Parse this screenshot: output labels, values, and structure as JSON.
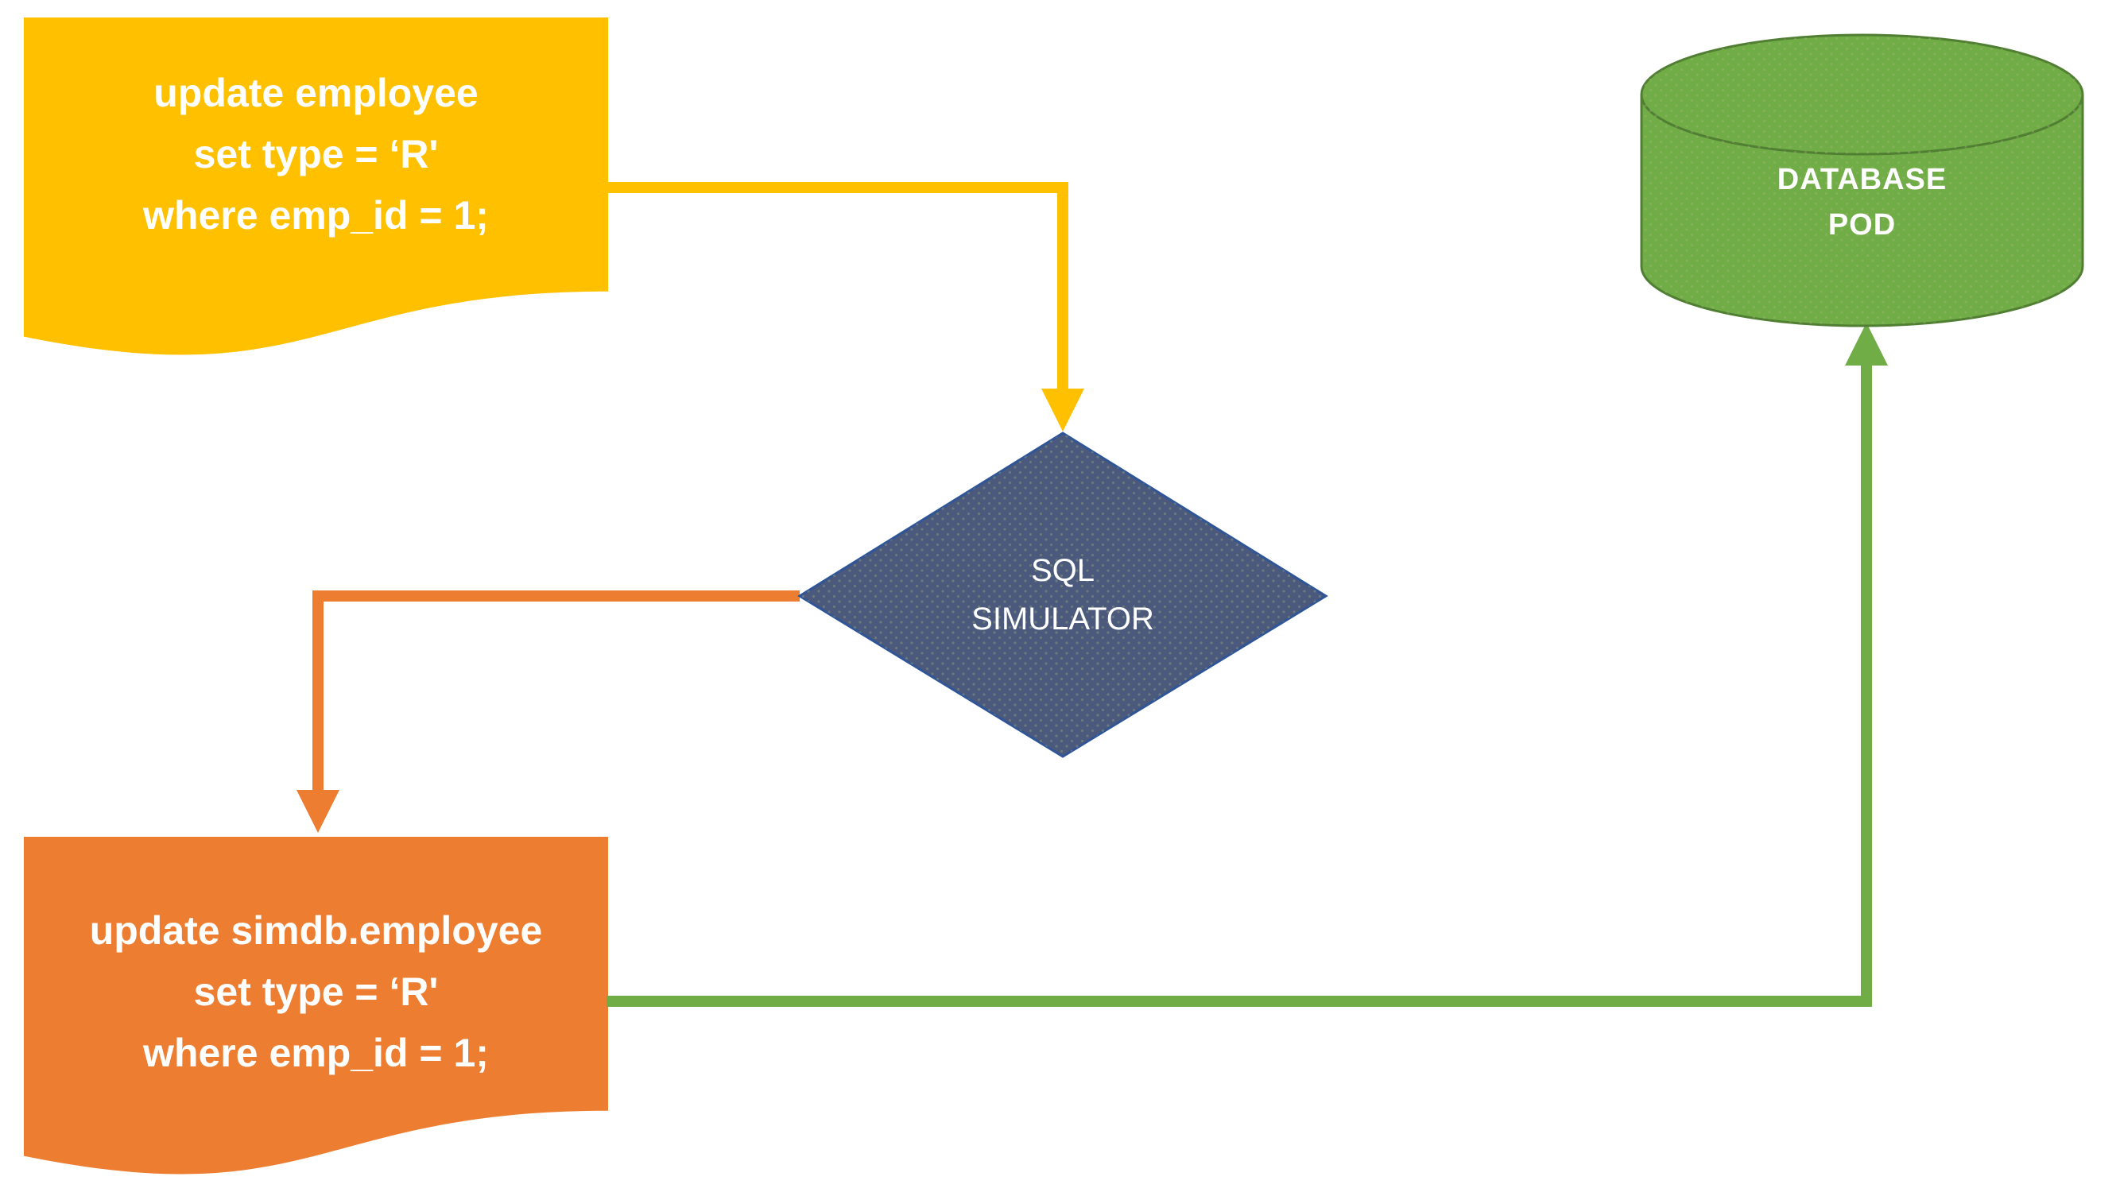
{
  "palette": {
    "gold": "#FFC000",
    "orange": "#ED7D31",
    "green": "#70AD47",
    "green_border": "#507E32",
    "slate": "#4A597C",
    "slate_border": "#2F5597",
    "label_text": "#FFFFFF",
    "background": "#FFFFFF"
  },
  "nodes": {
    "source_sql": {
      "shape": "document",
      "lines": [
        "update employee",
        "set type = ‘R'",
        "where emp_id = 1;"
      ]
    },
    "sql_simulator": {
      "shape": "decision-diamond",
      "lines": [
        "SQL",
        "SIMULATOR"
      ]
    },
    "rewritten_sql": {
      "shape": "document",
      "lines": [
        "update simdb.employee",
        "set type = ‘R'",
        "where emp_id = 1;"
      ]
    },
    "database_pod": {
      "shape": "cylinder",
      "lines": [
        "DATABASE",
        "POD"
      ]
    }
  },
  "connectors": [
    {
      "id": "source-to-simulator",
      "from": "source_sql",
      "to": "sql_simulator",
      "color_key": "gold"
    },
    {
      "id": "simulator-to-rewritten",
      "from": "sql_simulator",
      "to": "rewritten_sql",
      "color_key": "orange"
    },
    {
      "id": "rewritten-to-database",
      "from": "rewritten_sql",
      "to": "database_pod",
      "color_key": "green"
    }
  ]
}
